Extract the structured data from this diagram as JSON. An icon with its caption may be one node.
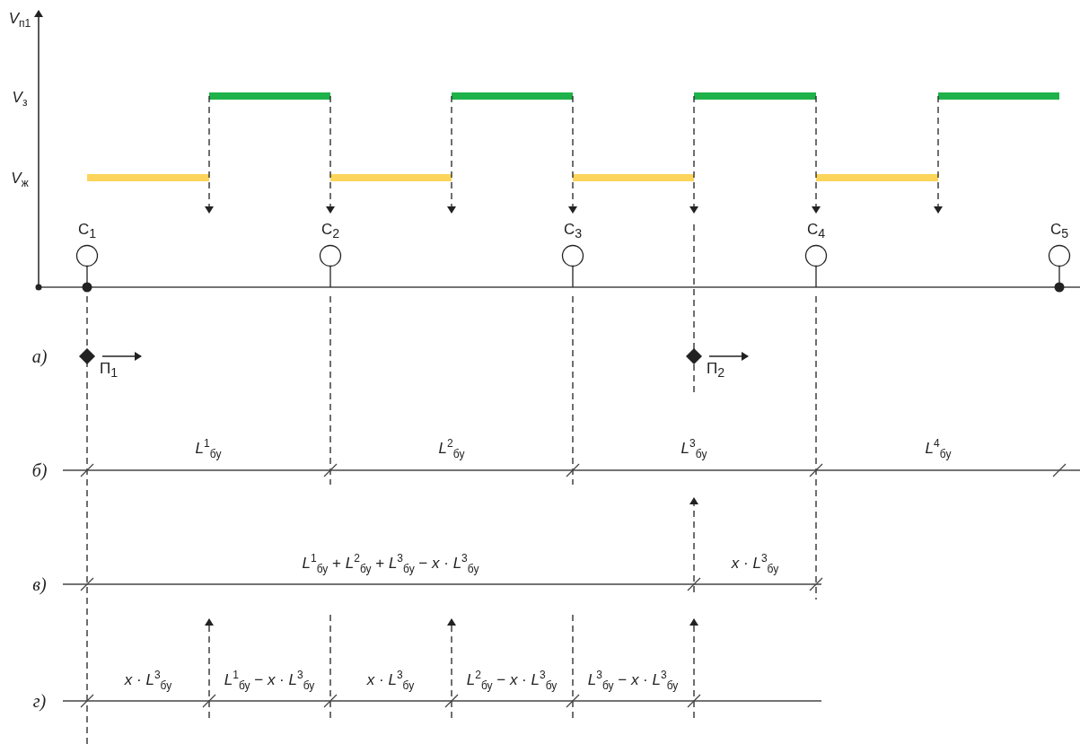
{
  "diagram": {
    "nodes": [
      {
        "text": [
          "С$_{1}$"
        ]
      },
      {
        "text": [
          "С$_{2}$"
        ]
      },
      {
        "text": [
          "С$_{3}$"
        ]
      },
      {
        "text": [
          "С$_{4}$"
        ]
      },
      {
        "text": [
          "С$_{5}$"
        ]
      },
      {
        "text": [],
        "shape": "diamond",
        "beside": [
          "П$_{1}$"
        ]
      },
      {
        "text": [],
        "shape": "diamond",
        "beside": [
          "П$_{2}$"
        ]
      }
    ],
    "labels": [
      "*V*$_{п1}$",
      "*V*$_{з}$",
      "*V*$_{ж}$",
      "а)",
      "*L*$^{1}$$_{бу}$",
      "*L*$^{2}$$_{бу}$",
      "*L*$^{3}$$_{бу}$",
      "*L*$^{4}$$_{бу}$",
      "б)",
      "*L*$^{1}$$_{бу}$ + *L*$^{2}$$_{бу}$ + *L*$^{3}$$_{бу}$ − *x* · *L*$^{3}$$_{бу}$",
      "*x* · *L*$^{3}$$_{бу}$",
      "в)",
      "*x* · *L*$^{3}$$_{бу}$",
      "*L*$^{1}$$_{бу}$ − *x* · *L*$^{3}$$_{бу}$",
      "*x* · *L*$^{3}$$_{бу}$",
      "*L*$^{2}$$_{бу}$ − *x* · *L*$^{3}$$_{бу}$",
      "*L*$^{3}$$_{бу}$ − *x* · *L*$^{3}$$_{бу}$",
      "г)"
    ]
  }
}
